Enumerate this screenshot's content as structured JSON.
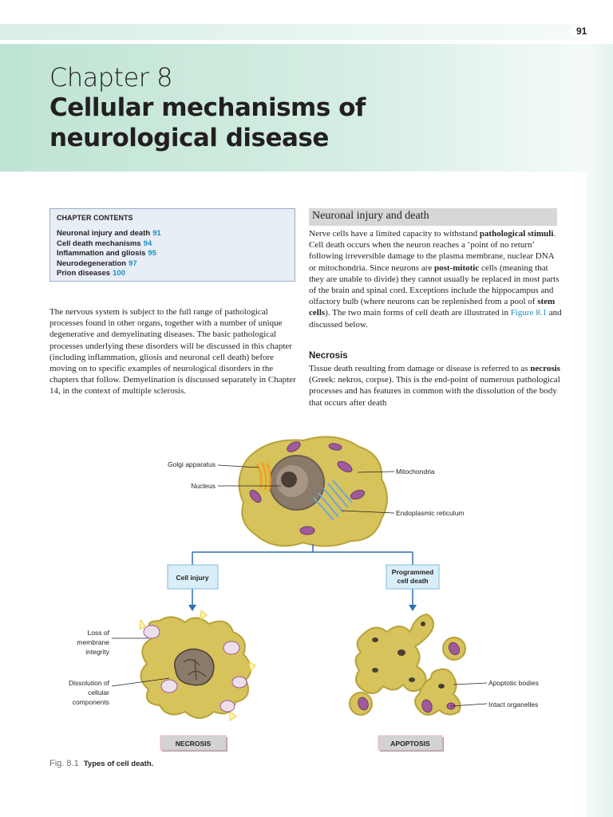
{
  "page_number": "91",
  "chapter": {
    "label": "Chapter 8",
    "title_line1": "Cellular mechanisms of",
    "title_line2": "neurological disease"
  },
  "contents": {
    "heading": "CHAPTER CONTENTS",
    "items": [
      {
        "label": "Neuronal injury and death",
        "page": "91"
      },
      {
        "label": "Cell death mechanisms",
        "page": "94"
      },
      {
        "label": "Inflammation and gliosis",
        "page": "95"
      },
      {
        "label": "Neurodegeneration",
        "page": "97"
      },
      {
        "label": "Prion diseases",
        "page": "100"
      }
    ]
  },
  "intro_paragraph": "The nervous system is subject to the full range of pathological processes found in other organs, together with a number of unique degenerative and demyelinating diseases. The basic pathological processes underlying these disorders will be discussed in this chapter (including inflammation, gliosis and neuronal cell death) before moving on to specific examples of neurological disorders in the chapters that follow. Demyelination is discussed separately in Chapter 14, in the context of multiple sclerosis.",
  "section": {
    "heading": "Neuronal injury and death",
    "p1": {
      "t1": "Nerve cells have a limited capacity to withstand ",
      "b1": "pathological stimuli",
      "t2": ". Cell death occurs when the neuron reaches a ‘point of no return’ following irreversible damage to the plasma membrane, nuclear DNA or mitochondria. Since neurons are ",
      "b2": "post-mitotic",
      "t3": " cells (meaning that they are unable to divide) they cannot usually be replaced in most parts of the brain and spinal cord. Exceptions include the hippocampus and olfactory bulb (where neurons can be replenished from a pool of ",
      "b3": "stem cells",
      "t4": "). The two main forms of cell death are illustrated in ",
      "link": "Figure 8.1",
      "t5": " and discussed below."
    },
    "subheading": "Necrosis",
    "p2": {
      "t1": "Tissue death resulting from damage or disease is referred to as ",
      "b1": "necrosis",
      "t2": " (Greek: nekros, corpse). This is the end-point of numerous pathological processes and has features in common with the dissolution of the body that occurs after death"
    }
  },
  "figure": {
    "labels": {
      "golgi": "Golgi apparatus",
      "nucleus": "Nucleus",
      "mitochondria": "Mitochondria",
      "er": "Endoplasmic reticulum",
      "cell_injury": "Cell injury",
      "programmed_1": "Programmed",
      "programmed_2": "cell death",
      "loss_1": "Loss of",
      "loss_2": "membrane",
      "loss_3": "integrity",
      "diss_1": "Dissolution of",
      "diss_2": "cellular",
      "diss_3": "components",
      "apoptotic_bodies": "Apoptotic bodies",
      "intact_organelles": "Intact organelles",
      "necrosis": "NECROSIS",
      "apoptosis": "APOPTOSIS"
    },
    "caption_number": "Fig. 8.1",
    "caption_text": "Types of cell death.",
    "colors": {
      "cytoplasm": "#d6c35c",
      "cytoplasm_edge": "#b8a23a",
      "nucleus": "#8a7a6a",
      "mitochondria": "#a05a9c",
      "er": "#6fa6d8",
      "box_fill": "#d9eef8",
      "box_edge": "#7fb9dc",
      "arrow": "#2f6fb5"
    }
  }
}
